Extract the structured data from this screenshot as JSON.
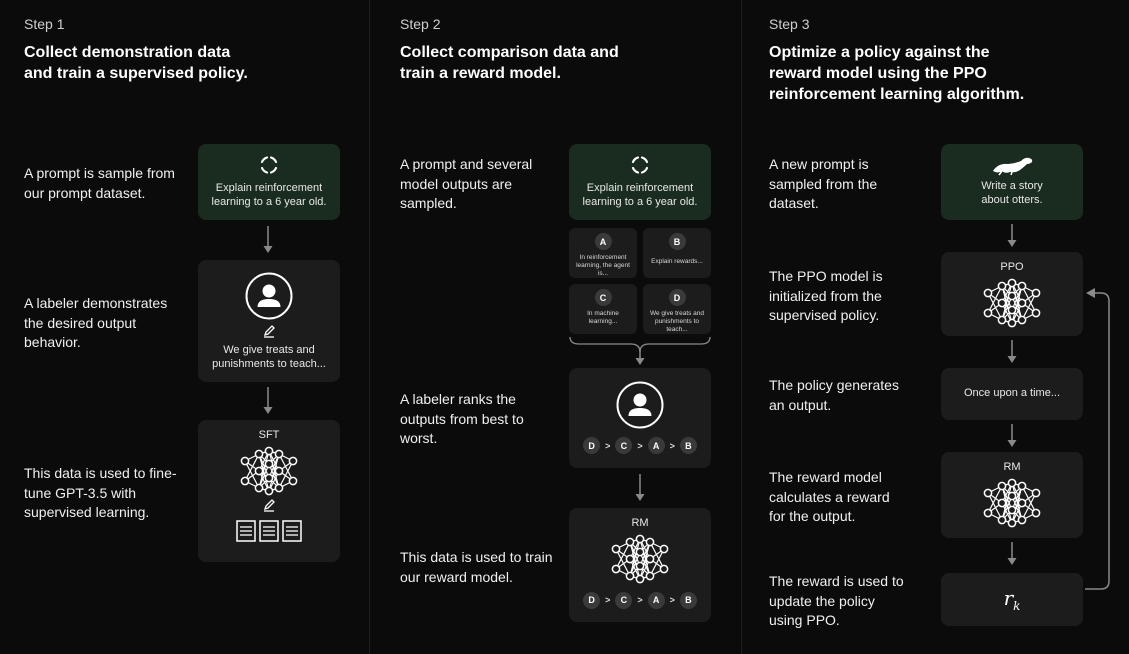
{
  "step1": {
    "label": "Step 1",
    "title": "Collect demonstration data and train a supervised policy.",
    "descs": [
      "A prompt is sample from our prompt dataset.",
      "A labeler demonstrates the desired output behavior.",
      "This data is used to fine-tune GPT-3.5 with supervised learning."
    ],
    "prompt_text": "Explain reinforcement learning to a 6 year old.",
    "demo_text": "We give treats and punishments to teach...",
    "model_label": "SFT"
  },
  "step2": {
    "label": "Step 2",
    "title": "Collect comparison data and train a reward model.",
    "descs": [
      "A prompt and several model outputs are sampled.",
      "A labeler ranks the outputs from best to worst.",
      "This data is used to train our reward model."
    ],
    "prompt_text": "Explain reinforcement learning to a 6 year old.",
    "outputs": [
      {
        "letter": "A",
        "text": "In reinforcement learning, the agent is..."
      },
      {
        "letter": "B",
        "text": "Explain rewards..."
      },
      {
        "letter": "C",
        "text": "In machine learning..."
      },
      {
        "letter": "D",
        "text": "We give treats and punishments to teach..."
      }
    ],
    "ranking": [
      "D",
      ">",
      "C",
      ">",
      "A",
      ">",
      "B"
    ],
    "model_label": "RM"
  },
  "step3": {
    "label": "Step 3",
    "title": "Optimize a policy against the reward model using the PPO reinforcement learning algorithm.",
    "descs": [
      "A new prompt is sampled from the dataset.",
      "The PPO model is initialized from the supervised policy.",
      "The policy generates an output.",
      "The reward model calculates a reward for the output.",
      "The reward is used to update the policy using PPO."
    ],
    "prompt_text": "Write a story about otters.",
    "ppo_label": "PPO",
    "output_text": "Once upon a time...",
    "rm_label": "RM",
    "reward_symbol": "r",
    "reward_sub": "k"
  },
  "colors": {
    "background": "#0b0b0b",
    "box": "#1c1c1c",
    "prompt_box": "#1a2b20",
    "arrow": "#8a8a8a"
  },
  "icons": [
    "refresh-icon",
    "person-icon",
    "pencil-icon",
    "neural-network-icon",
    "document-icon",
    "otter-icon",
    "arrow-down-icon",
    "feedback-loop-arrow"
  ]
}
